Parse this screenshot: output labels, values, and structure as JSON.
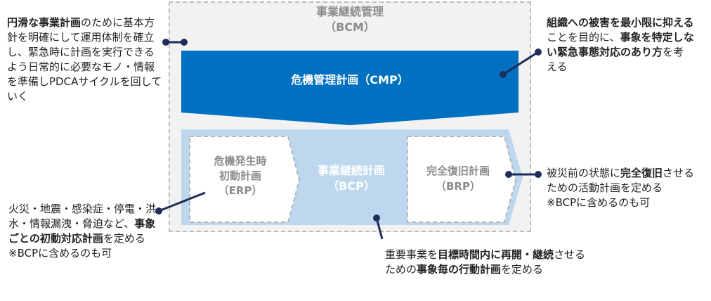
{
  "bcm": {
    "title_line1": "事業継続管理",
    "title_line2": "（BCM）"
  },
  "cmp": {
    "label": "危機管理計画（CMP）"
  },
  "erp": {
    "line1": "危機発生時",
    "line2": "初動計画",
    "line3": "（ERP）"
  },
  "bcp": {
    "line1": "事業継続計画",
    "line2": "（BCP）"
  },
  "brp": {
    "line1": "完全復旧計画",
    "line2": "（BRP）"
  },
  "notes": {
    "top_left": [
      {
        "t": "円滑な事業計画",
        "b": true
      },
      {
        "t": "のために基本方針を明確にして運用体制を確立し、緊急時に計画を実行できるよう日常的に必要なモノ・情報を準備しPDCAサイクルを回していく",
        "b": false
      }
    ],
    "top_right": [
      {
        "t": "組織への被害を最小限に抑える",
        "b": true
      },
      {
        "t": "ことを目的に、",
        "b": false
      },
      {
        "t": "事象を特定しない緊急事態対応のあり方",
        "b": true
      },
      {
        "t": "を考える",
        "b": false
      }
    ],
    "right": [
      {
        "t": "被災前の状態に",
        "b": false
      },
      {
        "t": "完全復旧",
        "b": true
      },
      {
        "t": "させるための活動計画を定める",
        "b": false
      },
      {
        "t": "\n※BCPに含めるのも可",
        "b": false
      }
    ],
    "bottom_left": [
      {
        "t": "火災・地震・感染症・停電・洪水・情報漏洩・脅迫など、",
        "b": false
      },
      {
        "t": "事象ごとの初動対応計画",
        "b": true
      },
      {
        "t": "を定める",
        "b": false
      },
      {
        "t": "\n※BCPに含めるのも可",
        "b": false
      }
    ],
    "bottom_center": [
      {
        "t": "重要事業を",
        "b": false
      },
      {
        "t": "目標時間内に再開・継続",
        "b": true
      },
      {
        "t": "させるための",
        "b": false
      },
      {
        "t": "事象毎の行動計画",
        "b": true
      },
      {
        "t": "を定める",
        "b": false
      }
    ]
  },
  "colors": {
    "cmp_blue": "#0070c0",
    "bcp_light_blue": "#bdd7ee",
    "frame_gray": "#f2f2f2",
    "connector": "#1f2d5a"
  }
}
